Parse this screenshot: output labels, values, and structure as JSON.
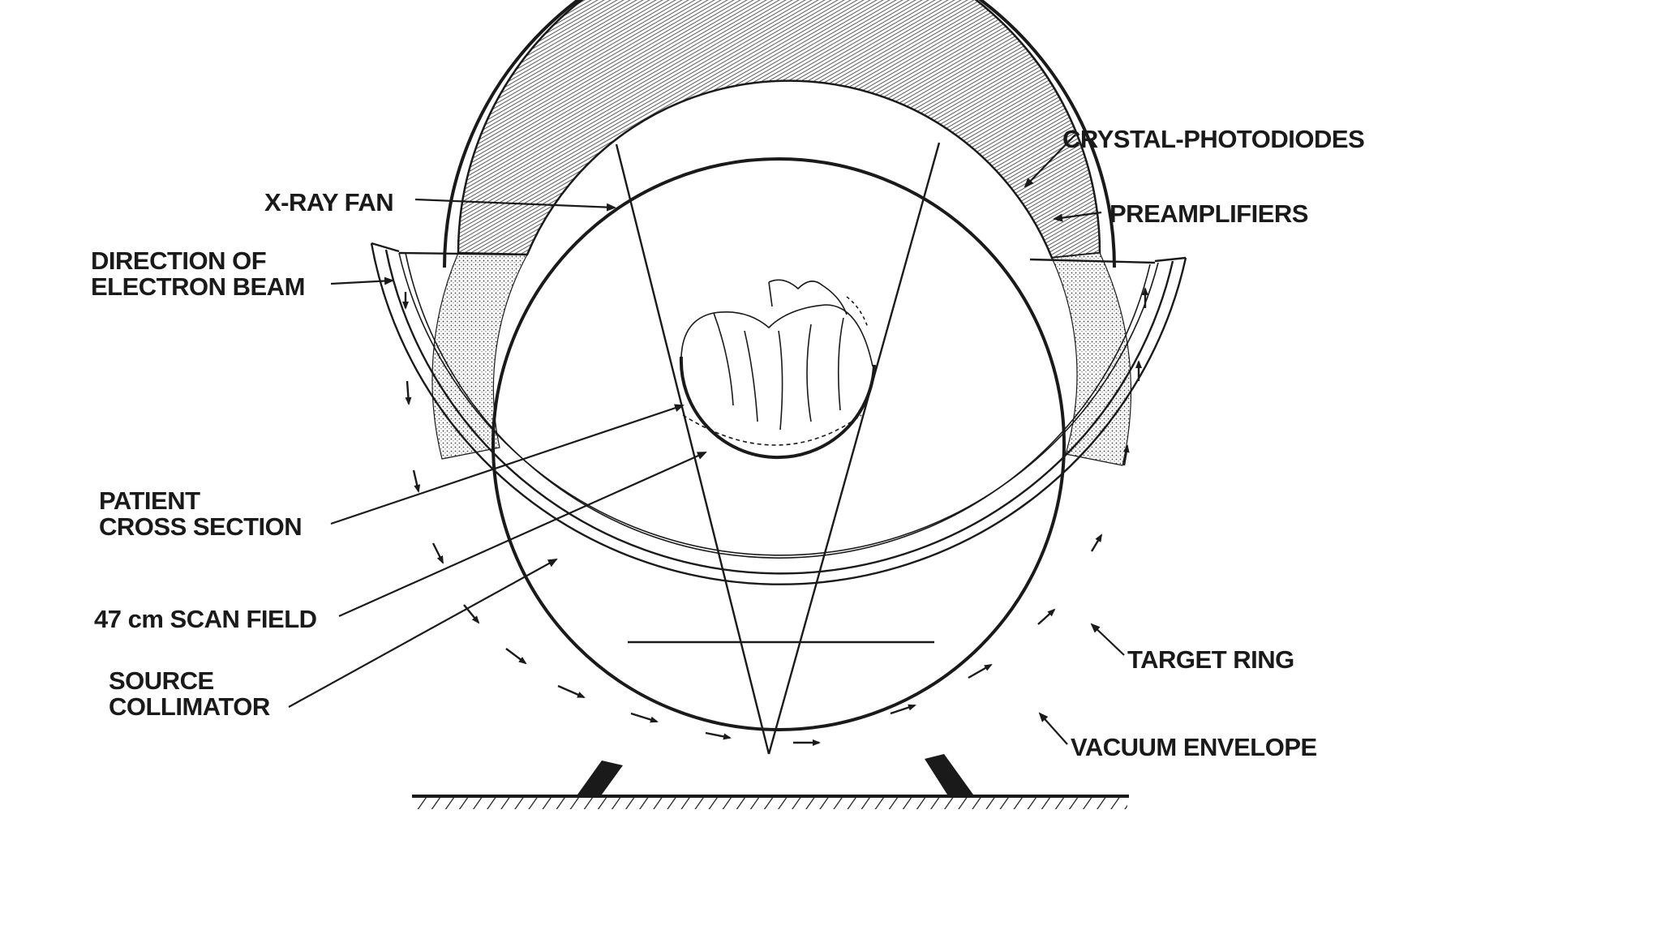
{
  "labels": {
    "crystal_photodiodes": "CRYSTAL-PHOTODIODES",
    "preamplifiers": "PREAMPLIFIERS",
    "xray_fan": "X-RAY FAN",
    "direction_line1": "DIRECTION OF",
    "direction_line2": "ELECTRON BEAM",
    "patient_line1": "PATIENT",
    "patient_line2": "CROSS SECTION",
    "scan_field": "47 cm SCAN FIELD",
    "source_line1": "SOURCE",
    "source_line2": "COLLIMATOR",
    "target_ring": "TARGET RING",
    "vacuum_envelope": "VACUUM ENVELOPE"
  }
}
